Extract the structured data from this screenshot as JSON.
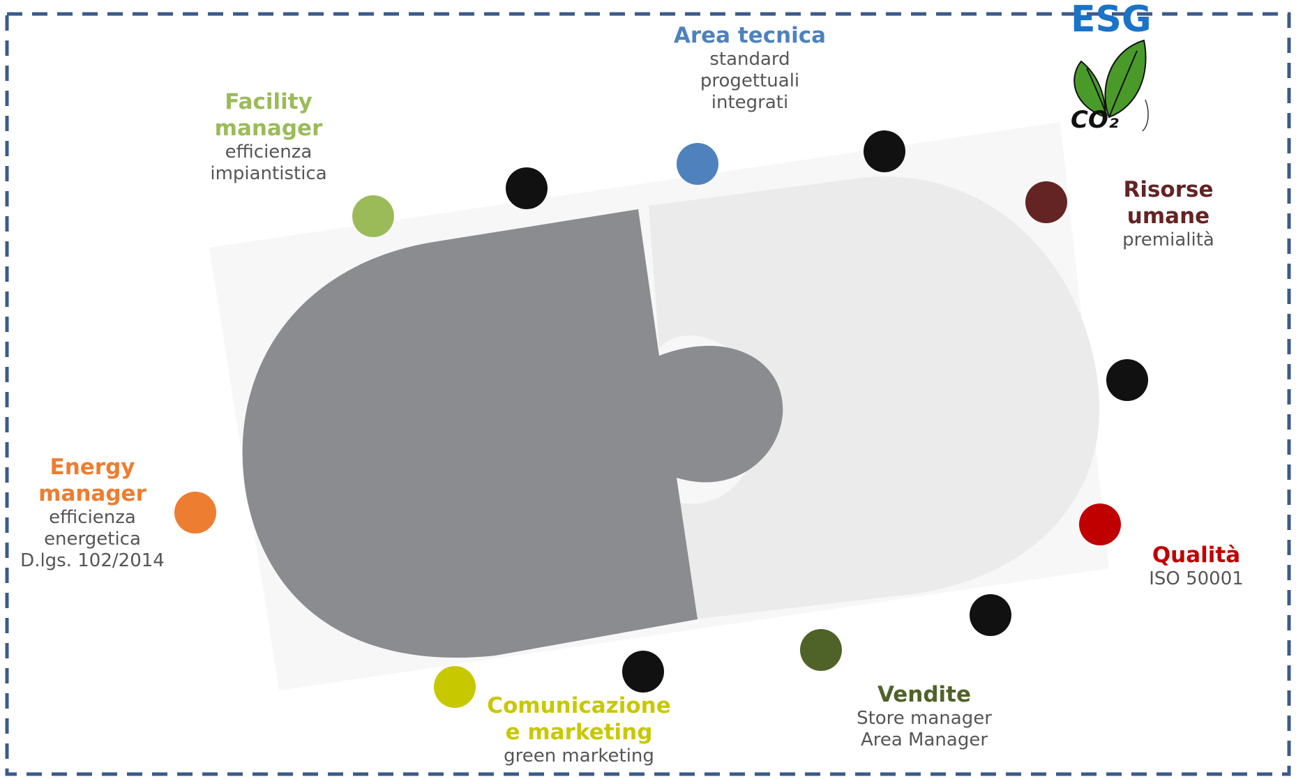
{
  "colors": {
    "frame": "#3b5a8a",
    "piece_dark": "#8a8c90",
    "piece_light": "#ebebeb",
    "esg_blue": "#1a73c7",
    "leaf_green": "#4a9a2a",
    "description_gray": "#555555"
  },
  "badge": {
    "title": "ESG",
    "co2_text": "CO₂",
    "icon": "leaf-co2-icon"
  },
  "roles": [
    {
      "id": "area-tecnica",
      "title": "Area tecnica",
      "lines": [
        "standard",
        "progettuali",
        "integrati"
      ],
      "color": "#4f81bd"
    },
    {
      "id": "facility-manager",
      "title_lines": [
        "Facility",
        "manager"
      ],
      "lines": [
        "efficienza",
        "impiantistica"
      ],
      "color": "#9bbb59"
    },
    {
      "id": "risorse-umane",
      "title_lines": [
        "Risorse",
        "umane"
      ],
      "lines": [
        "premialità"
      ],
      "color": "#632423"
    },
    {
      "id": "energy-manager",
      "title_lines": [
        "Energy",
        "manager"
      ],
      "lines": [
        "efficienza",
        "energetica",
        "D.lgs. 102/2014"
      ],
      "color": "#ed7d31"
    },
    {
      "id": "qualita",
      "title": "Qualità",
      "lines": [
        "ISO 50001"
      ],
      "color": "#c00000"
    },
    {
      "id": "comunicazione-marketing",
      "title_lines": [
        "Comunicazione",
        "e marketing"
      ],
      "lines": [
        "green marketing"
      ],
      "color": "#c8c800"
    },
    {
      "id": "vendite",
      "title": "Vendite",
      "lines": [
        "Store manager",
        "Area Manager"
      ],
      "color": "#4f6228"
    }
  ],
  "markers": [
    {
      "role": "energy-manager",
      "color": "#ed7d31"
    },
    {
      "role": "facility-manager",
      "color": "#9bbb59"
    },
    {
      "role": null,
      "color": "#111111"
    },
    {
      "role": "area-tecnica",
      "color": "#4f81bd"
    },
    {
      "role": null,
      "color": "#111111"
    },
    {
      "role": "risorse-umane",
      "color": "#632423"
    },
    {
      "role": null,
      "color": "#111111"
    },
    {
      "role": "qualita",
      "color": "#c00000"
    },
    {
      "role": null,
      "color": "#111111"
    },
    {
      "role": "vendite",
      "color": "#4f6228"
    },
    {
      "role": null,
      "color": "#111111"
    },
    {
      "role": "comunicazione-marketing",
      "color": "#c8c800"
    }
  ]
}
